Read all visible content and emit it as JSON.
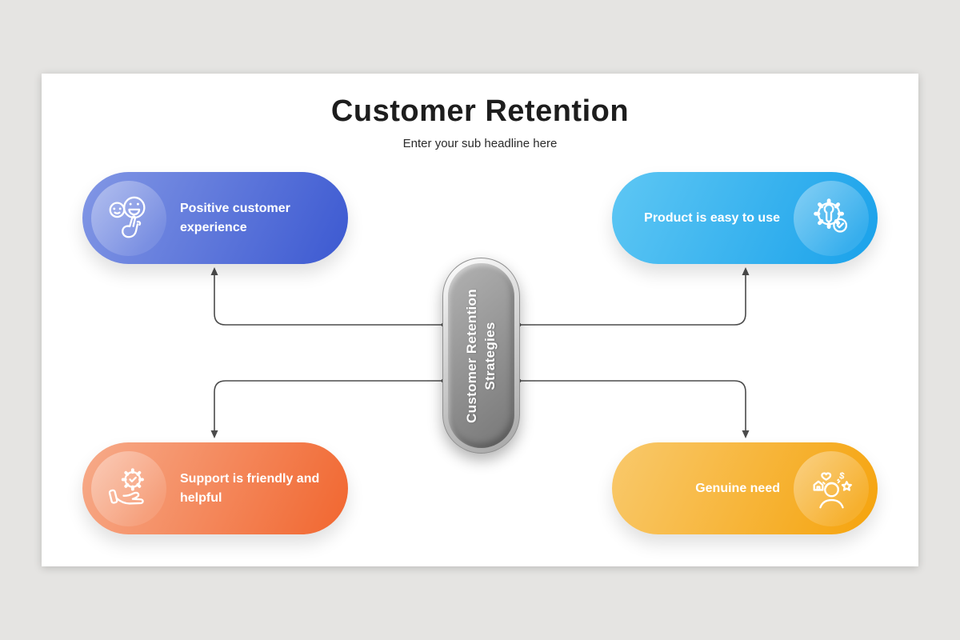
{
  "page": {
    "background": "#e5e4e2",
    "slide_background": "#ffffff"
  },
  "header": {
    "title": "Customer Retention",
    "subtitle": "Enter your sub headline here"
  },
  "center_capsule": {
    "label_line1": "Customer Retention",
    "label_line2": "Strategies",
    "fill_light": "#b2b2b2",
    "fill_dark": "#767676"
  },
  "connectors": {
    "color": "#4b4b4b"
  },
  "nodes": [
    {
      "position": "top-left",
      "label": "Positive customer experience",
      "icon": "customer-feedback-smileys-icon",
      "icon_side": "left",
      "gradient_start": "#8297e5",
      "gradient_end": "#3c59d1"
    },
    {
      "position": "top-right",
      "label": "Product is easy to use",
      "icon": "gear-wrench-check-icon",
      "icon_side": "right",
      "gradient_start": "#5ec7f4",
      "gradient_end": "#19a1ea"
    },
    {
      "position": "bottom-left",
      "label": "Support is friendly and helpful",
      "icon": "hand-holding-gear-icon",
      "icon_side": "left",
      "gradient_start": "#f7ab8a",
      "gradient_end": "#f1662f"
    },
    {
      "position": "bottom-right",
      "label": "Genuine need",
      "icon": "person-needs-icon",
      "icon_side": "right",
      "gradient_start": "#f9c96c",
      "gradient_end": "#f5a30c"
    }
  ]
}
